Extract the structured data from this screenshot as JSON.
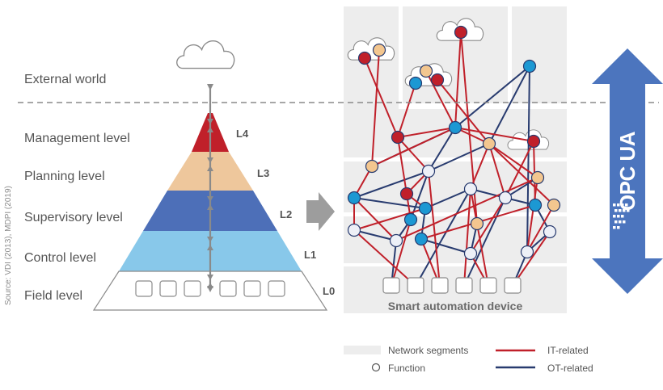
{
  "colors": {
    "management": "#c0202a",
    "planning": "#eec79c",
    "supervisory": "#4d6fb8",
    "control": "#88c8ea",
    "field_fill": "#ffffff",
    "segment": "#ededed",
    "it_line": "#c0202a",
    "ot_line": "#283b6f",
    "node_blue": "#1c98d3",
    "node_red": "#c0202a",
    "node_peach": "#f3c68f",
    "node_white": "#edf0f7",
    "arrow_blue": "#4c75be",
    "grey_arrow": "#9d9d9d",
    "text": "#555555"
  },
  "source": "Source: VDI (2013), MDPI (2019)",
  "pyramid": {
    "external": "External world",
    "levels": [
      {
        "name": "Management level",
        "code": "L4"
      },
      {
        "name": "Planning level",
        "code": "L3"
      },
      {
        "name": "Supervisory level",
        "code": "L2"
      },
      {
        "name": "Control level",
        "code": "L1"
      },
      {
        "name": "Field level",
        "code": "L0"
      }
    ]
  },
  "network": {
    "device_label": "Smart automation device",
    "opc_label": "OPC UA"
  },
  "legend": {
    "segments": "Network segments",
    "function": "Function",
    "it": "IT-related",
    "ot": "OT-related"
  }
}
